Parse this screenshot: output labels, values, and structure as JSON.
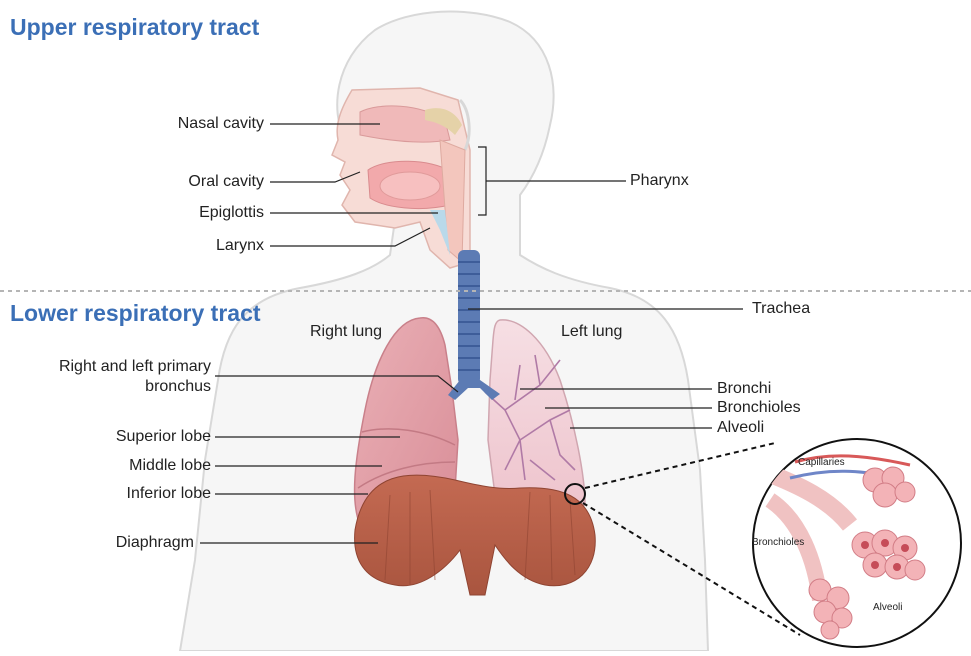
{
  "sections": {
    "upper": "Upper respiratory tract",
    "lower": "Lower respiratory tract"
  },
  "labels": {
    "nasal_cavity": "Nasal cavity",
    "oral_cavity": "Oral cavity",
    "epiglottis": "Epiglottis",
    "larynx": "Larynx",
    "pharynx": "Pharynx",
    "trachea": "Trachea",
    "right_lung": "Right lung",
    "left_lung": "Left lung",
    "primary_bronchus_line1": "Right and left primary",
    "primary_bronchus_line2": "bronchus",
    "bronchi": "Bronchi",
    "bronchioles": "Bronchioles",
    "alveoli": "Alveoli",
    "superior_lobe": "Superior lobe",
    "middle_lobe": "Middle lobe",
    "inferior_lobe": "Inferior lobe",
    "diaphragm": "Diaphragm"
  },
  "inset": {
    "capillaries": "Capillaries",
    "bronchioles": "Bronchioles",
    "alveoli": "Alveoli"
  },
  "colors": {
    "title": "#3b6fb6",
    "body_outline": "#d8d8d8",
    "lung": "#e3a3aa",
    "trachea": "#5676b0",
    "diaphragm": "#b4604a",
    "nasal": "#f0c3c0"
  }
}
